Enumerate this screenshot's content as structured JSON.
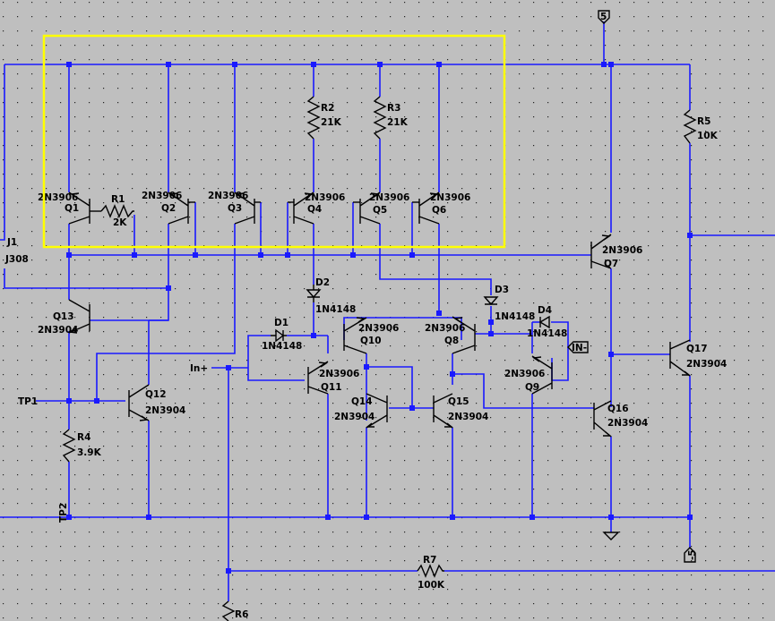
{
  "schematic": {
    "transistors": [
      {
        "ref": "Q1",
        "model": "2N3906"
      },
      {
        "ref": "Q2",
        "model": "2N3906"
      },
      {
        "ref": "Q3",
        "model": "2N3906"
      },
      {
        "ref": "Q4",
        "model": "2N3906"
      },
      {
        "ref": "Q5",
        "model": "2N3906"
      },
      {
        "ref": "Q6",
        "model": "2N3906"
      },
      {
        "ref": "Q7",
        "model": "2N3906"
      },
      {
        "ref": "Q8",
        "model": "2N3906"
      },
      {
        "ref": "Q9",
        "model": "2N3906"
      },
      {
        "ref": "Q10",
        "model": "2N3906"
      },
      {
        "ref": "Q11",
        "model": "2N3906"
      },
      {
        "ref": "Q12",
        "model": "2N3904"
      },
      {
        "ref": "Q13",
        "model": "2N3904"
      },
      {
        "ref": "Q14",
        "model": "2N3904"
      },
      {
        "ref": "Q15",
        "model": "2N3904"
      },
      {
        "ref": "Q16",
        "model": "2N3904"
      },
      {
        "ref": "Q17",
        "model": "2N3904"
      }
    ],
    "resistors": [
      {
        "ref": "R1",
        "value": "2K"
      },
      {
        "ref": "R2",
        "value": "21K"
      },
      {
        "ref": "R3",
        "value": "21K"
      },
      {
        "ref": "R4",
        "value": "3.9K"
      },
      {
        "ref": "R5",
        "value": "10K"
      },
      {
        "ref": "R6",
        "value": ""
      },
      {
        "ref": "R7",
        "value": "100K"
      }
    ],
    "diodes": [
      {
        "ref": "D1",
        "model": "1N4148"
      },
      {
        "ref": "D2",
        "model": "1N4148"
      },
      {
        "ref": "D3",
        "model": "1N4148"
      },
      {
        "ref": "D4",
        "model": "1N4148"
      }
    ],
    "jfet": {
      "ref": "J1",
      "model": "J308"
    },
    "ports": {
      "vpos": "5",
      "vneg": "-5",
      "in_plus": "In+",
      "in_minus": "IN-"
    },
    "test_points": {
      "tp1": "TP1",
      "tp2": "TP2"
    }
  },
  "colors": {
    "background": "#bfbfbf",
    "wire": "#1a1aff",
    "component": "#000000",
    "highlight": "#ffff00",
    "grid_dot": "#000000"
  }
}
